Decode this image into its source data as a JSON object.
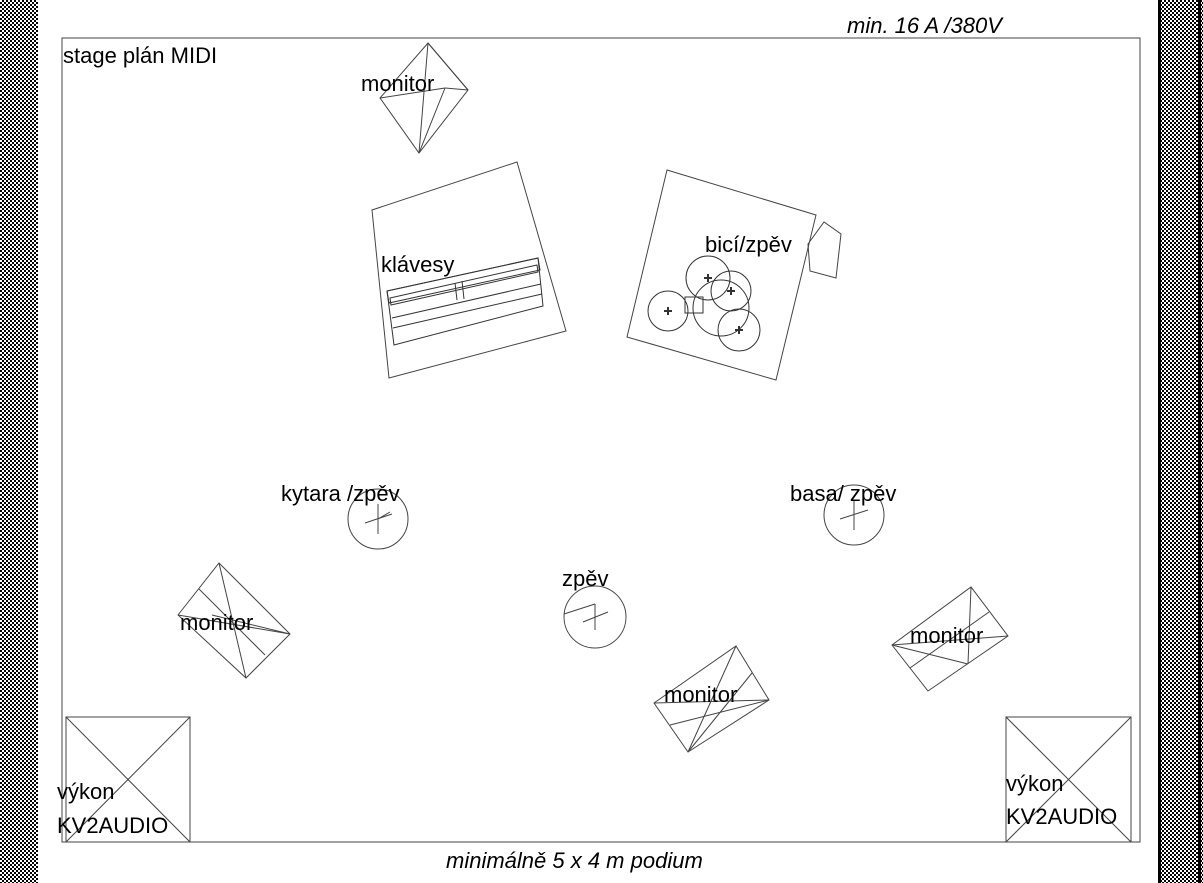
{
  "title": "stage plán MIDI",
  "power_note": "min. 16 A /380V",
  "size_note": "minimálně 5 x 4 m podium",
  "instruments": {
    "keys": "klávesy",
    "drums": "bicí/zpěv",
    "guitar": "kytara /zpěv",
    "bass": "basa/ zpěv",
    "vocal": "zpěv"
  },
  "monitors": {
    "top": "monitor",
    "left": "monitor",
    "center": "monitor",
    "right": "monitor"
  },
  "pa": {
    "left": {
      "line1": "výkon",
      "line2": "KV2AUDIO"
    },
    "right": {
      "line1": "výkon",
      "line2": "KV2AUDIO"
    }
  },
  "colors": {
    "line": "#444444",
    "background": "#ffffff",
    "text": "#000000"
  }
}
